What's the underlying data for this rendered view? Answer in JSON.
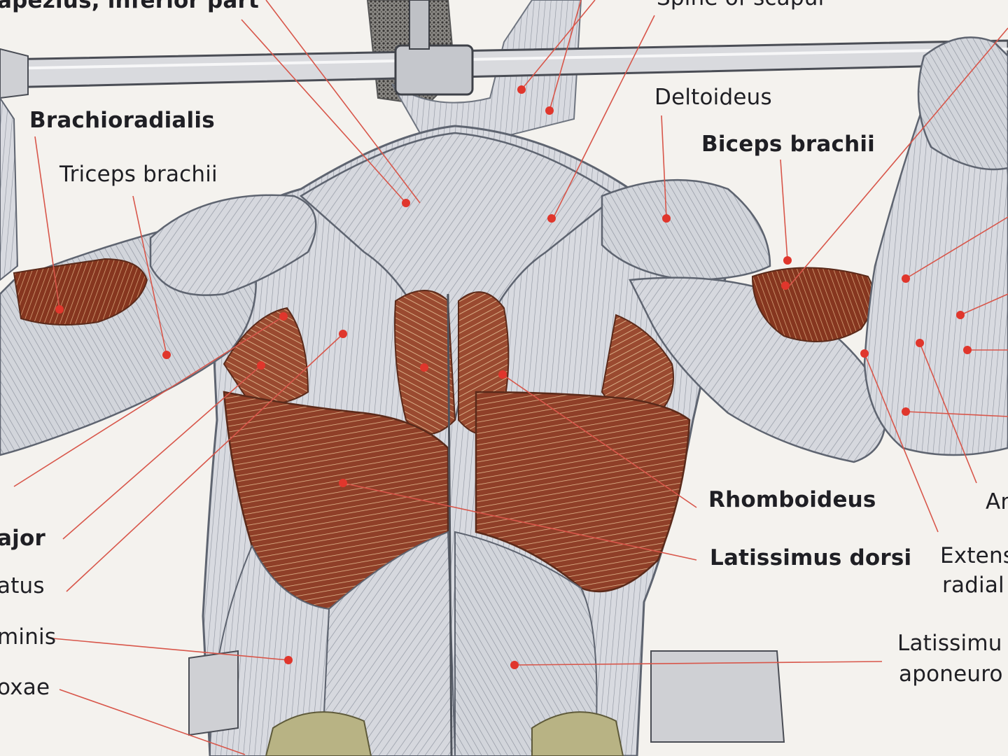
{
  "labels": {
    "trapezius_inferior": "apezius, inferior part",
    "spine_of_scapula": "Spine of scapul",
    "brachioradialis": "Brachioradialis",
    "triceps_brachii": "Triceps brachii",
    "deltoideus": "Deltoideus",
    "biceps_brachii": "Biceps brachii",
    "teres_major": "ajor",
    "serratus": "atus",
    "obliquus": "minis",
    "gluteus": "oxae",
    "rhomboideus": "Rhomboideus",
    "latissimus_dorsi": "Latissimus dorsi",
    "anconeus": "Ar",
    "extensor_line1": "Extens",
    "extensor_line2": "radial",
    "latissimus_apon_line1": "Latissimu",
    "latissimus_apon_line2": "aponeuro"
  },
  "colors": {
    "page": "#f4f2ee",
    "muscle_grey": "#d4d6dc",
    "muscle_red": "#8e3b26",
    "pointer": "#e24a3e",
    "text": "#1f1f24"
  }
}
